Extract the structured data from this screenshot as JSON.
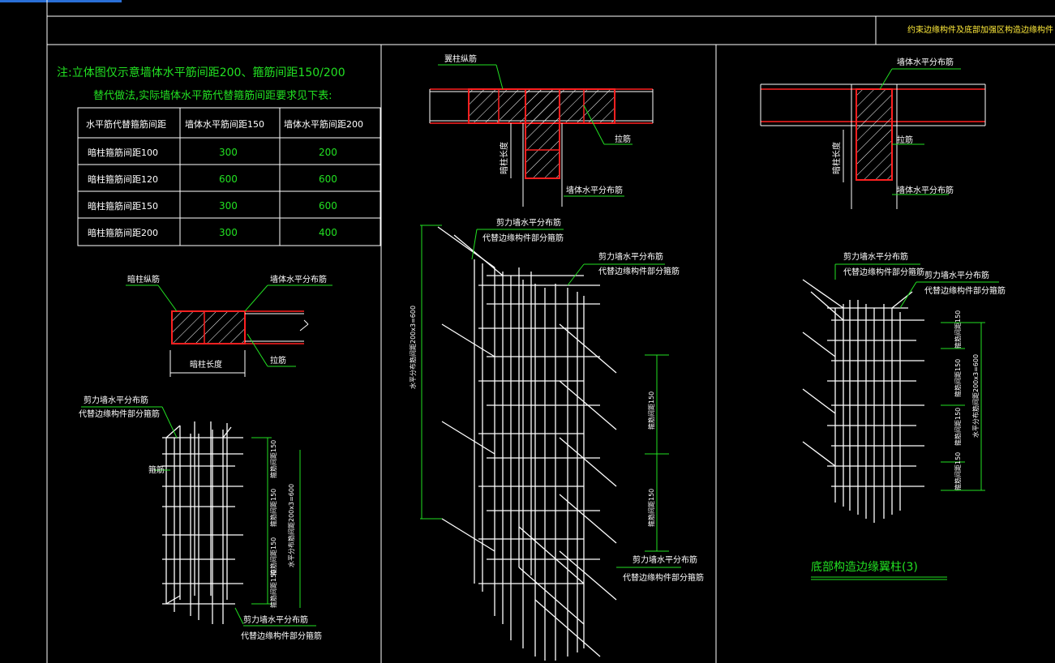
{
  "sheet": {
    "title": "约束边缘构件及底部加强区构造边缘构件"
  },
  "note": {
    "line1": "注:立体图仅示意墙体水平筋间距200、箍筋间距150/200",
    "line2": "替代做法,实际墙体水平筋代替箍筋间距要求见下表:"
  },
  "table": {
    "headers": [
      "水平筋代替箍筋间距",
      "墙体水平筋间距150",
      "墙体水平筋间距200"
    ],
    "rows": [
      [
        "暗柱箍筋间距100",
        "300",
        "200"
      ],
      [
        "暗柱箍筋间距120",
        "600",
        "600"
      ],
      [
        "暗柱箍筋间距150",
        "300",
        "600"
      ],
      [
        "暗柱箍筋间距200",
        "300",
        "400"
      ]
    ]
  },
  "left_detail": {
    "column_rebar": "暗柱纵筋",
    "wall_rebar": "墙体水平分布筋",
    "length": "暗柱长度",
    "tie": "拉筋",
    "shear_wall": "剪力墙水平分布筋",
    "replace": "代替边缘构件部分箍筋",
    "stirrup": "箍筋",
    "spacing_a": "箍筋间距150",
    "spacing_total": "水平分布筋间距200x3=600"
  },
  "mid_detail": {
    "wing_rebar": "翼柱纵筋",
    "tie": "拉筋",
    "length": "暗柱长度",
    "wall_rebar": "墙体水平分布筋",
    "shear_wall": "剪力墙水平分布筋",
    "replace": "代替边缘构件部分箍筋",
    "total": "水平分布筋间距200x3=600",
    "spacing": "箍筋间距150"
  },
  "right_detail": {
    "wall_rebar": "墙体水平分布筋",
    "tie": "拉筋",
    "length": "暗柱长度",
    "shear_wall": "剪力墙水平分布筋",
    "replace": "代替边缘构件部分箍筋",
    "spacing": "箍筋间距150",
    "total": "水平分布筋间距200x3=600",
    "caption": "底部构造边缘翼柱(3)"
  },
  "colors": {
    "frame": "#ffffff",
    "green": "#22e022",
    "red": "#ff2020",
    "label": "#ffffff",
    "title": "#ffeb3b",
    "accent_tab": "#2a6fd6"
  }
}
